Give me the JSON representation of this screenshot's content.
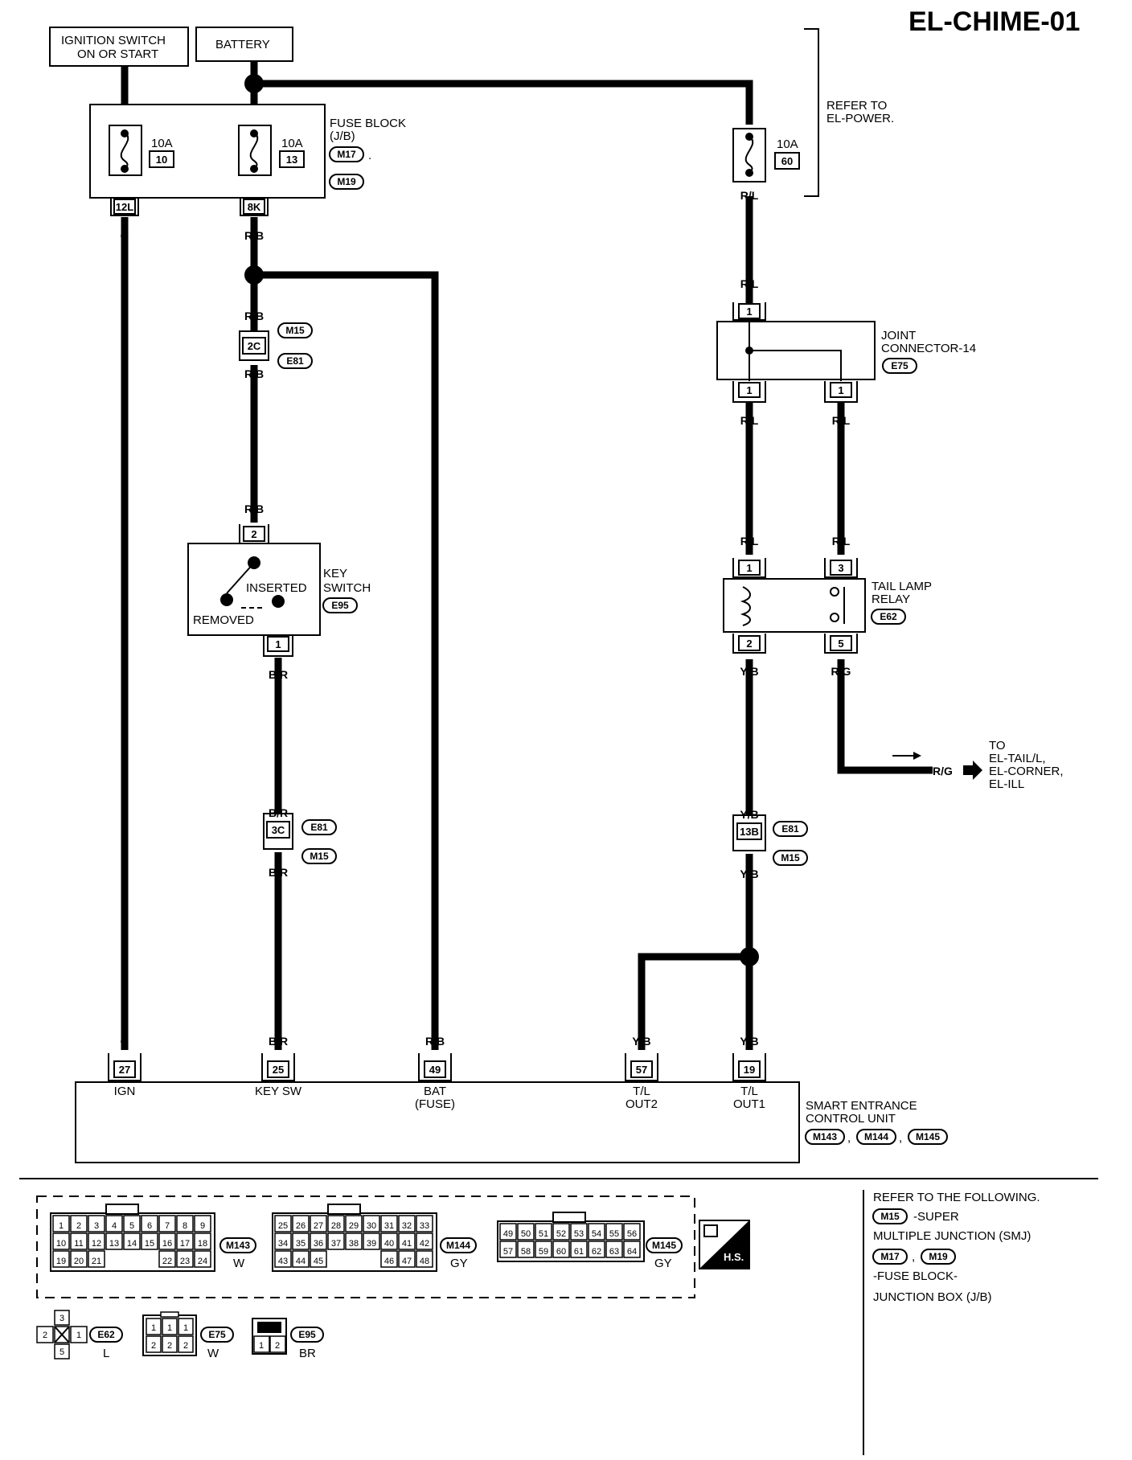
{
  "title": "EL-CHIME-01",
  "sources": {
    "ignition": "IGNITION SWITCH",
    "ignition2": "ON OR START",
    "battery": "BATTERY"
  },
  "refer_power": [
    "REFER TO",
    "EL-POWER."
  ],
  "fuse_block": {
    "label": [
      "FUSE BLOCK",
      "(J/B)"
    ],
    "connectors": [
      "M17",
      "M19"
    ],
    "fuses": [
      {
        "amp": "10A",
        "num": "10"
      },
      {
        "amp": "10A",
        "num": "13"
      },
      {
        "amp": "10A",
        "num": "60"
      }
    ],
    "terminals": [
      "12L",
      "8K"
    ]
  },
  "wire_colors": {
    "g": "G",
    "rb": "R/B",
    "rl": "R/L",
    "br": "B/R",
    "yb": "Y/B",
    "rg": "R/G"
  },
  "smj": {
    "conn1": "M15",
    "conn2": "E81",
    "pin_rb": "2C",
    "pin_br": "3C",
    "pin_yb": "13B"
  },
  "joint_connector": {
    "label": [
      "JOINT",
      "CONNECTOR-14"
    ],
    "connector": "E75",
    "pin": "1"
  },
  "key_switch": {
    "label": [
      "KEY",
      "SWITCH"
    ],
    "connector": "E95",
    "pin_top": "2",
    "pin_bottom": "1",
    "inserted": "INSERTED",
    "removed": "REMOVED"
  },
  "tail_lamp_relay": {
    "label": [
      "TAIL LAMP",
      "RELAY"
    ],
    "connector": "E62",
    "pins": [
      "1",
      "3",
      "2",
      "5"
    ]
  },
  "to_tail": [
    "TO",
    "EL-TAIL/L,",
    "EL-CORNER,",
    "EL-ILL"
  ],
  "control_unit": {
    "label": [
      "SMART ENTRANCE",
      "CONTROL UNIT"
    ],
    "connectors": [
      "M143",
      "M144",
      "M145"
    ],
    "terminals": [
      {
        "pin": "27",
        "name": "IGN",
        "name2": ""
      },
      {
        "pin": "25",
        "name": "KEY SW",
        "name2": ""
      },
      {
        "pin": "49",
        "name": "BAT",
        "name2": "(FUSE)"
      },
      {
        "pin": "57",
        "name": "T/L",
        "name2": "OUT2"
      },
      {
        "pin": "19",
        "name": "T/L",
        "name2": "OUT1"
      }
    ]
  },
  "connector_views": {
    "m143": {
      "id": "M143",
      "color": "W",
      "rows": [
        [
          "1",
          "2",
          "3",
          "4",
          "5",
          "6",
          "7",
          "8",
          "9"
        ],
        [
          "10",
          "11",
          "12",
          "13",
          "14",
          "15",
          "16",
          "17",
          "18"
        ],
        [
          "19",
          "20",
          "21",
          "",
          "",
          "",
          "22",
          "23",
          "24"
        ]
      ]
    },
    "m144": {
      "id": "M144",
      "color": "GY",
      "rows": [
        [
          "25",
          "26",
          "27",
          "28",
          "29",
          "30",
          "31",
          "32",
          "33"
        ],
        [
          "34",
          "35",
          "36",
          "37",
          "38",
          "39",
          "40",
          "41",
          "42"
        ],
        [
          "43",
          "44",
          "45",
          "",
          "",
          "",
          "46",
          "47",
          "48"
        ]
      ]
    },
    "m145": {
      "id": "M145",
      "color": "GY",
      "rows": [
        [
          "49",
          "50",
          "51",
          "52",
          "53",
          "54",
          "55",
          "56"
        ],
        [
          "57",
          "58",
          "59",
          "60",
          "61",
          "62",
          "63",
          "64"
        ]
      ]
    },
    "e62": {
      "id": "E62",
      "color": "L",
      "pins": [
        "3",
        "2",
        "1",
        "5"
      ]
    },
    "e75": {
      "id": "E75",
      "color": "W",
      "rows": [
        [
          "1",
          "1",
          "1"
        ],
        [
          "2",
          "2",
          "2"
        ]
      ]
    },
    "e95": {
      "id": "E95",
      "color": "BR",
      "pins": [
        "1",
        "2"
      ]
    },
    "hs": "H.S."
  },
  "refer_following": {
    "heading": "REFER TO THE FOLLOWING.",
    "smj_conn": "M15",
    "smj_text": "-SUPER",
    "smj_text2": "MULTIPLE JUNCTION (SMJ)",
    "fb_conn1": "M17",
    "fb_conn2": "M19",
    "fb_text": "-FUSE BLOCK-",
    "fb_text2": "JUNCTION BOX (J/B)"
  }
}
